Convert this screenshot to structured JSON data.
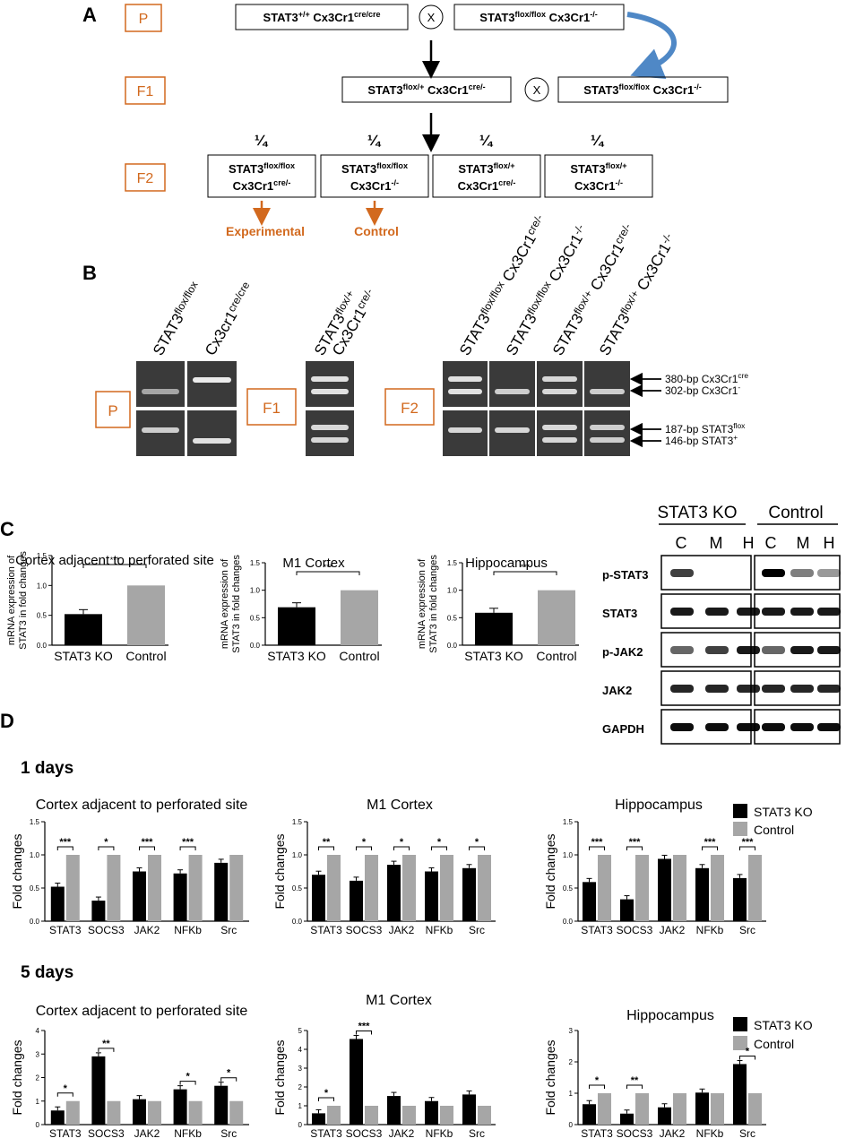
{
  "panels": {
    "A": "A",
    "B": "B",
    "C": "C",
    "D": "D"
  },
  "colors": {
    "orange": "#d2691e",
    "arrow_blue": "#4f88c6",
    "ko": "#000000",
    "control": "#a6a6a6"
  },
  "a": {
    "gen_P": "P",
    "gen_F1": "F1",
    "gen_F2": "F2",
    "cross": "X",
    "p_left": {
      "stat": "STAT3",
      "sup1": "+/+",
      "cx": " Cx3Cr1",
      "sup2": "cre/cre"
    },
    "p_right": {
      "stat": "STAT3",
      "sup1": "flox/flox",
      "cx": " Cx3Cr1",
      "sup2": "-/-"
    },
    "f1_left": {
      "stat": "STAT3",
      "sup1": "flox/+",
      "cx": " Cx3Cr1",
      "sup2": "cre/-"
    },
    "f1_right": {
      "stat": "STAT3",
      "sup1": "flox/flox",
      "cx": " Cx3Cr1",
      "sup2": "-/-"
    },
    "fraction": "¼",
    "f2": [
      {
        "stat": "STAT3",
        "sup1": "flox/flox",
        "cx": "Cx3Cr1",
        "sup2": "cre/-"
      },
      {
        "stat": "STAT3",
        "sup1": "flox/flox",
        "cx": "Cx3Cr1",
        "sup2": "-/-"
      },
      {
        "stat": "STAT3",
        "sup1": "flox/+",
        "cx": "Cx3Cr1",
        "sup2": "cre/-"
      },
      {
        "stat": "STAT3",
        "sup1": "flox/+",
        "cx": "Cx3Cr1",
        "sup2": "-/-"
      }
    ],
    "experimental": "Experimental",
    "control": "Control"
  },
  "b": {
    "gen_P": "P",
    "gen_F1": "F1",
    "gen_F2": "F2",
    "lanes": [
      {
        "a": "STAT3",
        "as": "flox/flox",
        "b": "",
        "bs": ""
      },
      {
        "a": "Cx3cr1",
        "as": "cre/cre",
        "b": "",
        "bs": ""
      },
      {
        "a": "STAT3",
        "as": "flox/+",
        "b": "Cx3Cr1",
        "bs": "cre/-"
      },
      {
        "a": "STAT3",
        "as": "flox/flox",
        "b": " Cx3Cr1",
        "bs": "cre/-"
      },
      {
        "a": "STAT3",
        "as": "flox/flox",
        "b": " Cx3Cr1",
        "bs": "-/-"
      },
      {
        "a": "STAT3",
        "as": "flox/+",
        "b": " Cx3Cr1",
        "bs": "cre/-"
      },
      {
        "a": "STAT3",
        "as": "flox/+",
        "b": " Cx3Cr1",
        "bs": "-/-"
      }
    ],
    "bands": [
      {
        "bp": "380-bp ",
        "name": "Cx3Cr1",
        "sup": "cre"
      },
      {
        "bp": "302-bp ",
        "name": "Cx3Cr1",
        "sup": "-"
      },
      {
        "bp": "187-bp  ",
        "name": "STAT3",
        "sup": "flox"
      },
      {
        "bp": "146-bp  ",
        "name": "STAT3",
        "sup": "+"
      }
    ]
  },
  "c": {
    "ylabel1": "mRNA expression of",
    "ylabel2": "STAT3 in fold changes",
    "sig": "***",
    "categories": [
      "STAT3 KO",
      "Control"
    ],
    "blot": {
      "group_ko": "STAT3 KO",
      "group_ctrl": "Control",
      "lanes": [
        "C",
        "M",
        "H"
      ],
      "rows": [
        "p-STAT3",
        "STAT3",
        "p-JAK2",
        "JAK2",
        "GAPDH"
      ]
    }
  },
  "d": {
    "day1": "1 days",
    "day5": "5 days",
    "ylabel": "Fold changes",
    "legend_ko": "STAT3 KO",
    "legend_ctrl": "Control"
  },
  "chart_data": [
    {
      "type": "bar",
      "title": "Cortex adjacent to perforated site",
      "ylabel": "mRNA expression of STAT3 in fold changes",
      "categories": [
        "STAT3 KO",
        "Control"
      ],
      "values": [
        0.52,
        1.0
      ],
      "ylim": [
        0,
        1.5
      ],
      "yticks": [
        "0.0",
        "0.5",
        "1.0",
        "1.5"
      ],
      "sig": "***"
    },
    {
      "type": "bar",
      "title": "M1 Cortex",
      "ylabel": "mRNA expression of STAT3 in fold changes",
      "categories": [
        "STAT3 KO",
        "Control"
      ],
      "values": [
        0.69,
        1.0
      ],
      "ylim": [
        0,
        1.5
      ],
      "yticks": [
        "0.0",
        "0.5",
        "1.0",
        "1.5"
      ],
      "sig": "***"
    },
    {
      "type": "bar",
      "title": "Hippocampus",
      "ylabel": "mRNA expression of STAT3 in fold changes",
      "categories": [
        "STAT3 KO",
        "Control"
      ],
      "values": [
        0.59,
        1.0
      ],
      "ylim": [
        0,
        1.5
      ],
      "yticks": [
        "0.0",
        "0.5",
        "1.0",
        "1.5"
      ],
      "sig": "***"
    },
    {
      "type": "bar",
      "title": "Cortex adjacent to perforated site",
      "ylabel": "Fold changes",
      "categories": [
        "STAT3",
        "SOCS3",
        "JAK2",
        "NFKb",
        "Src"
      ],
      "ylim": [
        0,
        1.5
      ],
      "yticks": [
        "0.0",
        "0.5",
        "1.0",
        "1.5"
      ],
      "series": [
        {
          "name": "STAT3 KO",
          "values": [
            0.52,
            0.31,
            0.75,
            0.72,
            0.88
          ]
        },
        {
          "name": "Control",
          "values": [
            1,
            1,
            1,
            1,
            1
          ]
        }
      ],
      "sig": [
        "***",
        "*",
        "***",
        "***",
        ""
      ]
    },
    {
      "type": "bar",
      "title": "M1 Cortex",
      "ylabel": "Fold changes",
      "categories": [
        "STAT3",
        "SOCS3",
        "JAK2",
        "NFKb",
        "Src"
      ],
      "ylim": [
        0,
        1.5
      ],
      "yticks": [
        "0.0",
        "0.5",
        "1.0",
        "1.5"
      ],
      "series": [
        {
          "name": "STAT3 KO",
          "values": [
            0.7,
            0.61,
            0.85,
            0.75,
            0.8
          ]
        },
        {
          "name": "Control",
          "values": [
            1,
            1,
            1,
            1,
            1
          ]
        }
      ],
      "sig": [
        "**",
        "*",
        "*",
        "*",
        "*"
      ]
    },
    {
      "type": "bar",
      "title": "Hippocampus",
      "ylabel": "Fold changes",
      "categories": [
        "STAT3",
        "SOCS3",
        "JAK2",
        "NFKb",
        "Src"
      ],
      "ylim": [
        0,
        1.5
      ],
      "yticks": [
        "0.0",
        "0.5",
        "1.0",
        "1.5"
      ],
      "series": [
        {
          "name": "STAT3 KO",
          "values": [
            0.59,
            0.33,
            0.94,
            0.8,
            0.65
          ]
        },
        {
          "name": "Control",
          "values": [
            1,
            1,
            1,
            1,
            1
          ]
        }
      ],
      "sig": [
        "***",
        "***",
        "",
        "***",
        "***"
      ]
    },
    {
      "type": "bar",
      "title": "Cortex adjacent to perforated site",
      "ylabel": "Fold changes",
      "categories": [
        "STAT3",
        "SOCS3",
        "JAK2",
        "NFKb",
        "Src"
      ],
      "ylim": [
        0,
        4
      ],
      "yticks": [
        "0",
        "1",
        "2",
        "3",
        "4"
      ],
      "series": [
        {
          "name": "STAT3 KO",
          "values": [
            0.6,
            2.9,
            1.08,
            1.5,
            1.65
          ]
        },
        {
          "name": "Control",
          "values": [
            1,
            1,
            1,
            1,
            1
          ]
        }
      ],
      "sig": [
        "*",
        "**",
        "",
        "*",
        "*"
      ]
    },
    {
      "type": "bar",
      "title": "M1 Cortex",
      "ylabel": "Fold changes",
      "categories": [
        "STAT3",
        "SOCS3",
        "JAK2",
        "NFKb",
        "Src"
      ],
      "ylim": [
        0,
        5
      ],
      "yticks": [
        "0",
        "1",
        "2",
        "3",
        "4",
        "5"
      ],
      "series": [
        {
          "name": "STAT3 KO",
          "values": [
            0.6,
            4.55,
            1.52,
            1.25,
            1.6
          ]
        },
        {
          "name": "Control",
          "values": [
            1,
            1,
            1,
            1,
            1
          ]
        }
      ],
      "sig": [
        "*",
        "***",
        "",
        "",
        ""
      ]
    },
    {
      "type": "bar",
      "title": "Hippocampus",
      "ylabel": "Fold changes",
      "categories": [
        "STAT3",
        "SOCS3",
        "JAK2",
        "NFKb",
        "Src"
      ],
      "ylim": [
        0,
        3
      ],
      "yticks": [
        "0",
        "1",
        "2",
        "3"
      ],
      "series": [
        {
          "name": "STAT3 KO",
          "values": [
            0.65,
            0.35,
            0.55,
            1.02,
            1.93
          ]
        },
        {
          "name": "Control",
          "values": [
            1,
            1,
            1,
            1,
            1
          ]
        }
      ],
      "sig": [
        "*",
        "**",
        "",
        "",
        "*"
      ]
    }
  ]
}
